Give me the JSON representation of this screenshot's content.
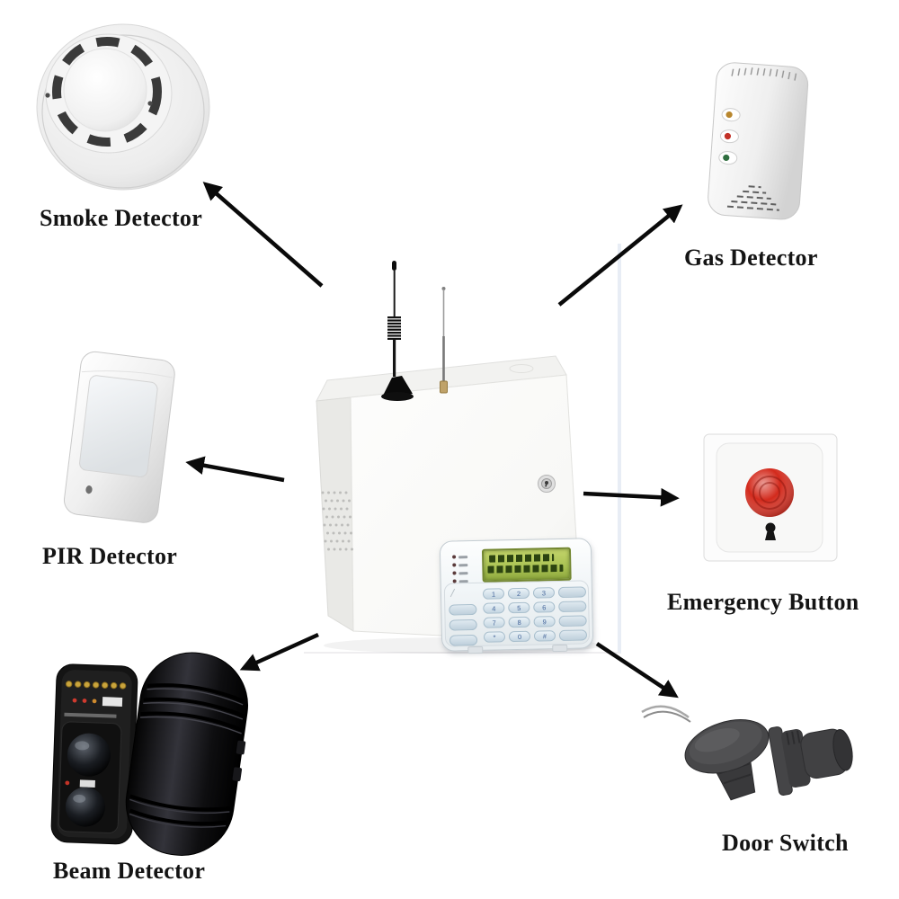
{
  "page": {
    "background_color": "#ffffff"
  },
  "diagram": {
    "arrow_color": "#0a0a0a",
    "label_text_color": "#141414",
    "connections": [
      {
        "from": "control-panel",
        "to": "smoke-detector"
      },
      {
        "from": "control-panel",
        "to": "gas-detector"
      },
      {
        "from": "control-panel",
        "to": "pir-detector"
      },
      {
        "from": "control-panel",
        "to": "emergency-button"
      },
      {
        "from": "control-panel",
        "to": "beam-detector"
      },
      {
        "from": "control-panel",
        "to": "door-switch"
      }
    ]
  },
  "devices": {
    "smoke": {
      "label": "Smoke Detector"
    },
    "gas": {
      "label": "Gas Detector",
      "led_colors": [
        "#b8862d",
        "#c23127",
        "#2f6e3f"
      ]
    },
    "pir": {
      "label": "PIR Detector"
    },
    "emergency": {
      "label": "Emergency Button",
      "button_color": "#d32a1c"
    },
    "beam": {
      "label": "Beam Detector"
    },
    "door": {
      "label": "Door Switch"
    }
  },
  "control_panel": {
    "keypad": {
      "main_keys": [
        "1",
        "2",
        "3",
        "",
        "4",
        "5",
        "6",
        "",
        "7",
        "8",
        "9",
        "",
        "*",
        "0",
        "#",
        ""
      ],
      "left_keys": [
        "",
        "",
        ""
      ],
      "led_count": 4,
      "led_color": "#5a3a3a",
      "lcd_background": "#a9c253",
      "lcd_text_color": "#2c4410"
    }
  }
}
